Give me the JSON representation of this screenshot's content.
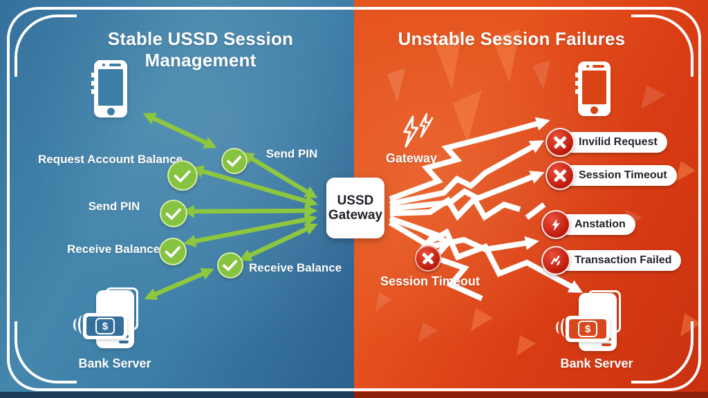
{
  "palette": {
    "left_bg": "#3d7ea7",
    "right_bg": "#dd4517",
    "success_green": "#8dc63f",
    "error_red": "#c8281c",
    "frame": "#ffffff",
    "dark_text": "#23232d"
  },
  "left_panel": {
    "title": "Stable USSD Session Management",
    "labels": {
      "request_account_balance": "Request Account Balance",
      "send_pin_upper": "Send PIN",
      "send_pin_lower": "Send PIN",
      "receive_balance_upper": "Receive Balance",
      "receive_balance_lower": "Receive Balance"
    },
    "bank_server_label": "Bank Server",
    "currency_symbol": "$"
  },
  "gateway_box": {
    "line1": "USSD",
    "line2": "Gateway"
  },
  "right_panel": {
    "title": "Unstable Session Failures",
    "gateway_label": "Gateway",
    "failure_badges": [
      {
        "label": "Invilid Request",
        "icon": "x-circle"
      },
      {
        "label": "Session Timeout",
        "icon": "x-circle"
      },
      {
        "label": "Anstation",
        "icon": "bolt-circle"
      },
      {
        "label": "Transaction Failed",
        "icon": "broken-bolt-circle"
      }
    ],
    "session_timeout_callout": "Session Timeout",
    "bank_server_label": "Bank Server",
    "currency_symbol": "$"
  }
}
